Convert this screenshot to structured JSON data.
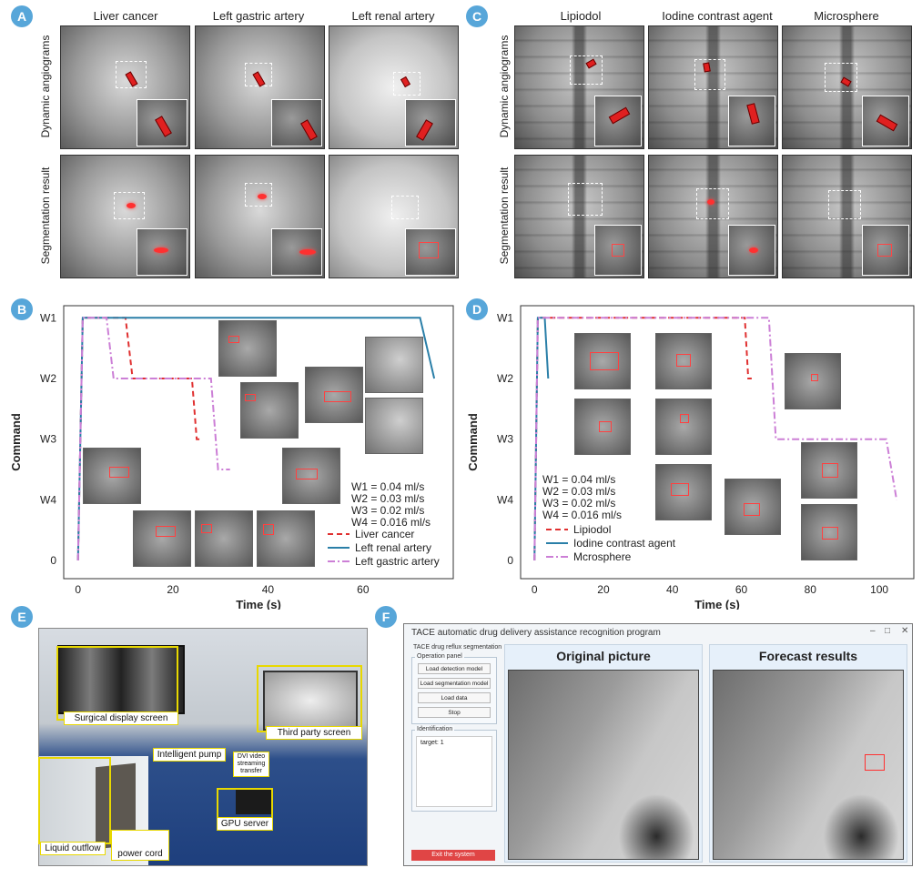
{
  "panels": {
    "A": {
      "badge": "A",
      "columns": [
        "Liver cancer",
        "Left gastric artery",
        "Left renal artery"
      ],
      "rows": [
        "Dynamic angiograms",
        "Segmentation result"
      ]
    },
    "C": {
      "badge": "C",
      "columns": [
        "Lipiodol",
        "Iodine contrast agent",
        "Microsphere"
      ],
      "rows": [
        "Dynamic angiograms",
        "Segmentation result"
      ]
    },
    "B": {
      "badge": "B",
      "annotations": [
        "W1 = 0.04 ml/s",
        "W2 = 0.03 ml/s",
        "W3 = 0.02 ml/s",
        "W4 = 0.016 ml/s"
      ]
    },
    "D": {
      "badge": "D",
      "annotations": [
        "W1 = 0.04 ml/s",
        "W2 = 0.03 ml/s",
        "W3 = 0.02 ml/s",
        "W4 = 0.016 ml/s"
      ]
    },
    "E": {
      "badge": "E",
      "labels": {
        "surgical_display": "Surgical display screen",
        "third_party": "Third party screen",
        "pump": "Intelligent pump",
        "dvi": "DVI video streaming transfer",
        "gpu": "GPU server",
        "outflow": "Liquid outflow",
        "power": "power cord"
      }
    },
    "F": {
      "badge": "F",
      "window_title": "TACE automatic drug delivery assistance recognition program",
      "section_title": "TACE drug reflux segmentation",
      "operation_panel": "Operation panel",
      "buttons": [
        "Load detection model",
        "Load segmentation model",
        "Load data",
        "Stop"
      ],
      "identification": "Identification",
      "target_text": "target: 1",
      "exit_button": "Exit the system",
      "pane_original": "Original picture",
      "pane_forecast": "Forecast results",
      "controls": [
        "–",
        "□",
        "✕"
      ]
    }
  },
  "chart_data": [
    {
      "type": "line",
      "panel": "B",
      "xlabel": "Time (s)",
      "ylabel": "Command",
      "xticks": [
        0,
        20,
        40,
        60
      ],
      "yticks": [
        "0",
        "W4",
        "W3",
        "W2",
        "W1"
      ],
      "xlim": [
        -3,
        79
      ],
      "ylim": [
        -0.3,
        4.2
      ],
      "series": [
        {
          "name": "Liver cancer",
          "color": "#e03030",
          "dash": "6,4",
          "x": [
            0,
            1,
            10,
            11.5,
            24,
            25,
            26
          ],
          "y": [
            0,
            4,
            4,
            3,
            3,
            2,
            2
          ]
        },
        {
          "name": "Left renal artery",
          "color": "#2a7fa8",
          "dash": "",
          "x": [
            0,
            1,
            72,
            75
          ],
          "y": [
            0,
            4,
            4,
            3
          ]
        },
        {
          "name": "Left gastric artery",
          "color": "#cc7fd6",
          "dash": "8,3,2,3",
          "x": [
            0,
            1,
            6,
            7.5,
            28,
            29.5,
            32
          ],
          "y": [
            0,
            4,
            4,
            3,
            3,
            1.5,
            1.5
          ]
        }
      ]
    },
    {
      "type": "line",
      "panel": "D",
      "xlabel": "Time (s)",
      "ylabel": "Command",
      "xticks": [
        0,
        20,
        40,
        60,
        80,
        100
      ],
      "yticks": [
        "0",
        "W4",
        "W3",
        "W2",
        "W1"
      ],
      "xlim": [
        -4,
        110
      ],
      "ylim": [
        -0.3,
        4.2
      ],
      "series": [
        {
          "name": "Lipiodol",
          "color": "#e03030",
          "dash": "6,4",
          "x": [
            0,
            1,
            61,
            62,
            63
          ],
          "y": [
            0,
            4,
            4,
            3,
            3
          ]
        },
        {
          "name": "Iodine contrast agent",
          "color": "#2a7fa8",
          "dash": "",
          "x": [
            0,
            1,
            3,
            4
          ],
          "y": [
            0,
            4,
            4,
            3
          ]
        },
        {
          "name": "Mcrosphere",
          "color": "#cc7fd6",
          "dash": "8,3,2,3",
          "x": [
            0,
            1,
            68,
            70,
            102,
            105
          ],
          "y": [
            0,
            4,
            4,
            2,
            2,
            1
          ]
        }
      ]
    }
  ]
}
